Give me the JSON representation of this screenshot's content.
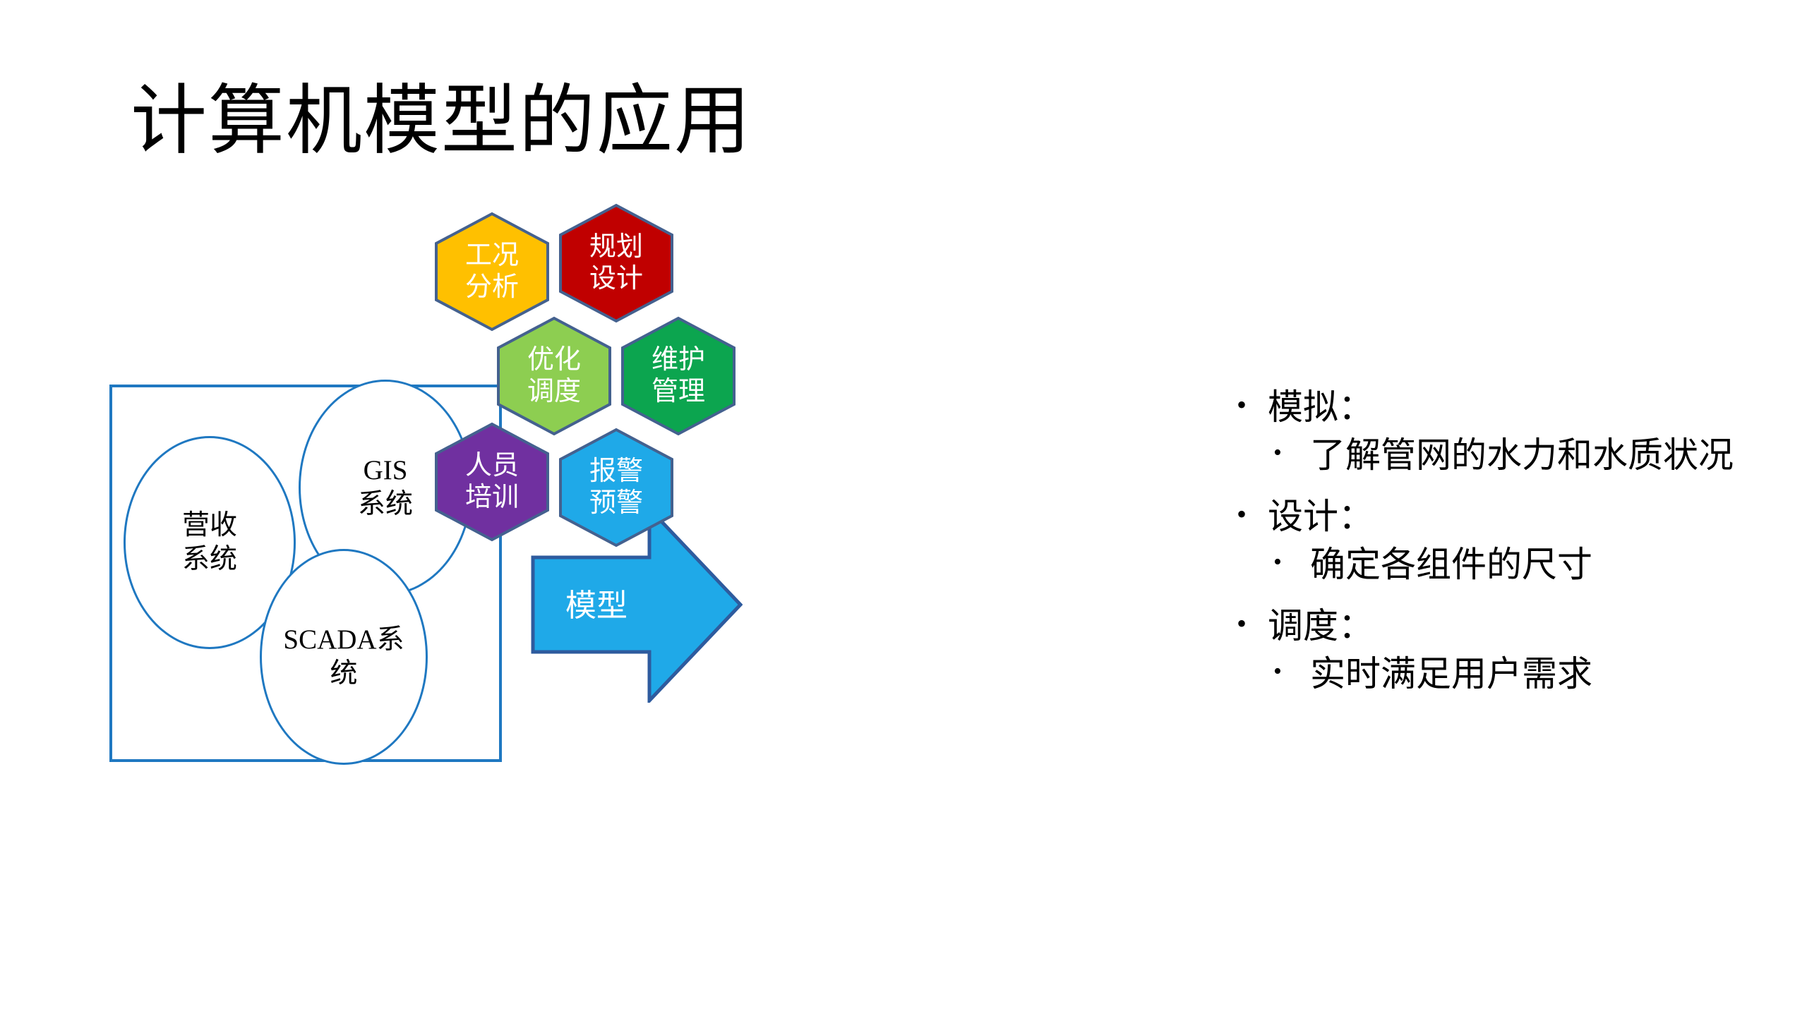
{
  "slide": {
    "title": "计算机模型的应用",
    "background": "#FFFFFF"
  },
  "colors": {
    "box_border": "#1F78C1",
    "circle_border": "#1F78C1",
    "arrow_fill": "#1FA9E8",
    "shape_outline": "#44618F",
    "hex_gongkuang": "#FFC000",
    "hex_guihua": "#C00000",
    "hex_youhua": "#8DCE51",
    "hex_weihu": "#0CA54F",
    "hex_renyuan": "#7030A0",
    "hex_baojing": "#1FA9E8",
    "text_on_shape": "#FFFFFF",
    "body_text": "#000000"
  },
  "sources_box": {
    "name": "data-sources-container",
    "circles": [
      {
        "id": "revenue",
        "lines": [
          "营收",
          "系统"
        ]
      },
      {
        "id": "gis",
        "lines": [
          "GIS",
          "系统"
        ]
      },
      {
        "id": "scada",
        "lines": [
          "SCADA系",
          "统"
        ]
      }
    ]
  },
  "arrow": {
    "label": "模型",
    "direction": "right"
  },
  "hexagons": [
    {
      "id": "gongkuang",
      "lines": [
        "工况",
        "分析"
      ],
      "color": "#FFC000"
    },
    {
      "id": "guihua",
      "lines": [
        "规划",
        "设计"
      ],
      "color": "#C00000"
    },
    {
      "id": "youhua",
      "lines": [
        "优化",
        "调度"
      ],
      "color": "#8DCE51"
    },
    {
      "id": "weihu",
      "lines": [
        "维护",
        "管理"
      ],
      "color": "#0CA54F"
    },
    {
      "id": "renyuan",
      "lines": [
        "人员",
        "培训"
      ],
      "color": "#7030A0"
    },
    {
      "id": "baojing",
      "lines": [
        "报警",
        "预警"
      ],
      "color": "#1FA9E8"
    }
  ],
  "bullets": {
    "marker_l1": "•",
    "marker_l2": "•",
    "groups": [
      {
        "title": "模拟：",
        "detail": "了解管网的水力和水质状况"
      },
      {
        "title": "设计：",
        "detail": "确定各组件的尺寸"
      },
      {
        "title": "调度：",
        "detail": "实时满足用户需求"
      }
    ]
  }
}
